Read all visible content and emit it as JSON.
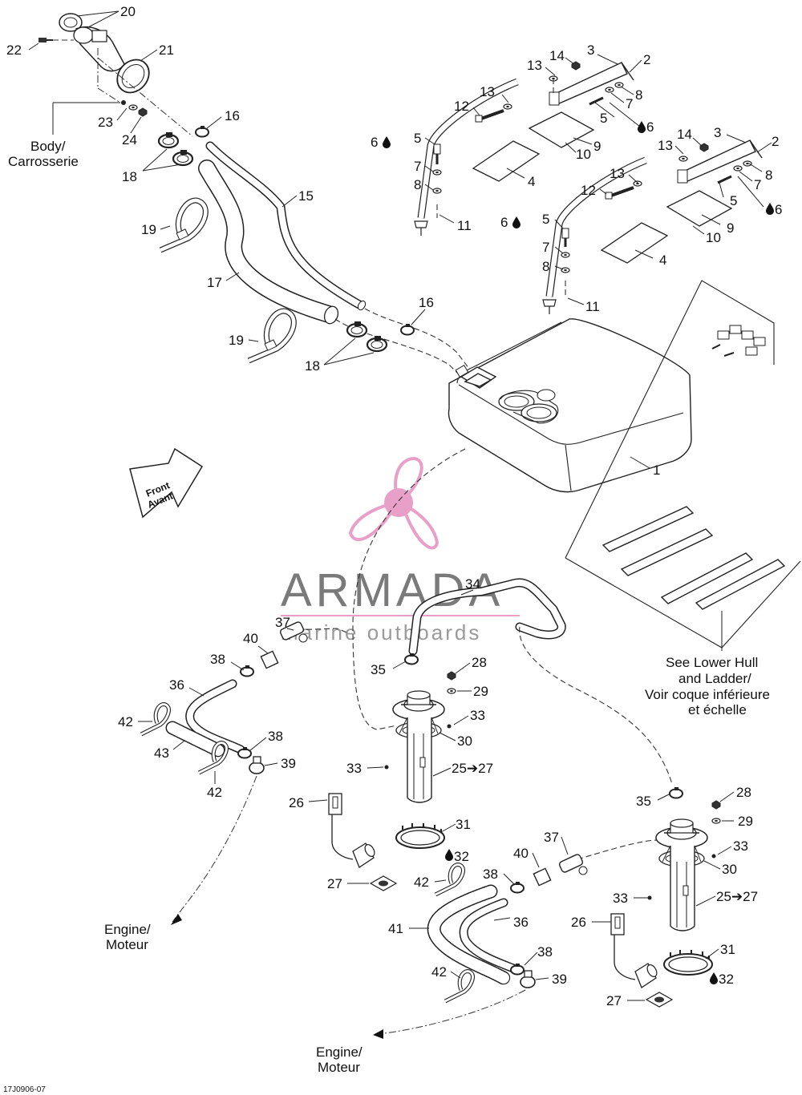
{
  "figure_code": "17J0906-07",
  "watermark": {
    "brand": "ARMADA",
    "tagline": "marine outboards",
    "accent_color": "#e8a0c8",
    "text_color": "#7a7a7a"
  },
  "direction_arrow": {
    "line1": "Front",
    "line2": "Avant"
  },
  "notes": {
    "body": {
      "line1": "Body/",
      "line2": "Carrosserie"
    },
    "lower_hull": {
      "line1": "See Lower Hull",
      "line2": "and Ladder/",
      "line3": "Voir coque inférieure",
      "line4": "et échelle"
    },
    "engine_left": {
      "line1": "Engine/",
      "line2": "Moteur"
    },
    "engine_bottom": {
      "line1": "Engine/",
      "line2": "Moteur"
    }
  },
  "callouts": [
    {
      "id": "c20",
      "label": "20"
    },
    {
      "id": "c21",
      "label": "21"
    },
    {
      "id": "c22",
      "label": "22"
    },
    {
      "id": "c23",
      "label": "23"
    },
    {
      "id": "c24",
      "label": "24"
    },
    {
      "id": "c16a",
      "label": "16"
    },
    {
      "id": "c18a",
      "label": "18"
    },
    {
      "id": "c15",
      "label": "15"
    },
    {
      "id": "c19a",
      "label": "19"
    },
    {
      "id": "c17",
      "label": "17"
    },
    {
      "id": "c19b",
      "label": "19"
    },
    {
      "id": "c16b",
      "label": "16"
    },
    {
      "id": "c18b",
      "label": "18"
    },
    {
      "id": "c1",
      "label": "1"
    },
    {
      "id": "c3a",
      "label": "3"
    },
    {
      "id": "c2a",
      "label": "2"
    },
    {
      "id": "c14a",
      "label": "14"
    },
    {
      "id": "c13a",
      "label": "13"
    },
    {
      "id": "c8a",
      "label": "8"
    },
    {
      "id": "c7a",
      "label": "7"
    },
    {
      "id": "c13b",
      "label": "13"
    },
    {
      "id": "c12a",
      "label": "12"
    },
    {
      "id": "c5a",
      "label": "5"
    },
    {
      "id": "c6a",
      "label": "6"
    },
    {
      "id": "c6b",
      "label": "6"
    },
    {
      "id": "c5b",
      "label": "5"
    },
    {
      "id": "c9a",
      "label": "9"
    },
    {
      "id": "c10a",
      "label": "10"
    },
    {
      "id": "c7b",
      "label": "7"
    },
    {
      "id": "c8b",
      "label": "8"
    },
    {
      "id": "c4a",
      "label": "4"
    },
    {
      "id": "c11a",
      "label": "11"
    },
    {
      "id": "c14b",
      "label": "14"
    },
    {
      "id": "c3b",
      "label": "3"
    },
    {
      "id": "c13c",
      "label": "13"
    },
    {
      "id": "c2b",
      "label": "2"
    },
    {
      "id": "c8c",
      "label": "8"
    },
    {
      "id": "c7c",
      "label": "7"
    },
    {
      "id": "c13d",
      "label": "13"
    },
    {
      "id": "c12b",
      "label": "12"
    },
    {
      "id": "c5c",
      "label": "5"
    },
    {
      "id": "c6c",
      "label": "6"
    },
    {
      "id": "c6d",
      "label": "6"
    },
    {
      "id": "c5d",
      "label": "5"
    },
    {
      "id": "c9b",
      "label": "9"
    },
    {
      "id": "c10b",
      "label": "10"
    },
    {
      "id": "c7d",
      "label": "7"
    },
    {
      "id": "c8d",
      "label": "8"
    },
    {
      "id": "c4b",
      "label": "4"
    },
    {
      "id": "c11b",
      "label": "11"
    },
    {
      "id": "c34",
      "label": "34"
    },
    {
      "id": "c37a",
      "label": "37"
    },
    {
      "id": "c40a",
      "label": "40"
    },
    {
      "id": "c38a",
      "label": "38"
    },
    {
      "id": "c36a",
      "label": "36"
    },
    {
      "id": "c42a",
      "label": "42"
    },
    {
      "id": "c43",
      "label": "43"
    },
    {
      "id": "c38b",
      "label": "38"
    },
    {
      "id": "c39a",
      "label": "39"
    },
    {
      "id": "c42b",
      "label": "42"
    },
    {
      "id": "c35a",
      "label": "35"
    },
    {
      "id": "c28a",
      "label": "28"
    },
    {
      "id": "c29a",
      "label": "29"
    },
    {
      "id": "c33a",
      "label": "33"
    },
    {
      "id": "c30a",
      "label": "30"
    },
    {
      "id": "c33b",
      "label": "33"
    },
    {
      "id": "c25a",
      "label": "25➔27"
    },
    {
      "id": "c26a",
      "label": "26"
    },
    {
      "id": "c31a",
      "label": "31"
    },
    {
      "id": "c32a",
      "label": "32"
    },
    {
      "id": "c27a",
      "label": "27"
    },
    {
      "id": "c42c",
      "label": "42"
    },
    {
      "id": "c38c",
      "label": "38"
    },
    {
      "id": "c40b",
      "label": "40"
    },
    {
      "id": "c37b",
      "label": "37"
    },
    {
      "id": "c41",
      "label": "41"
    },
    {
      "id": "c36b",
      "label": "36"
    },
    {
      "id": "c38d",
      "label": "38"
    },
    {
      "id": "c39b",
      "label": "39"
    },
    {
      "id": "c42d",
      "label": "42"
    },
    {
      "id": "c35b",
      "label": "35"
    },
    {
      "id": "c28b",
      "label": "28"
    },
    {
      "id": "c29b",
      "label": "29"
    },
    {
      "id": "c33c",
      "label": "33"
    },
    {
      "id": "c30b",
      "label": "30"
    },
    {
      "id": "c33d",
      "label": "33"
    },
    {
      "id": "c25b",
      "label": "25➔27"
    },
    {
      "id": "c26b",
      "label": "26"
    },
    {
      "id": "c31b",
      "label": "31"
    },
    {
      "id": "c32b",
      "label": "32"
    },
    {
      "id": "c27b",
      "label": "27"
    }
  ]
}
